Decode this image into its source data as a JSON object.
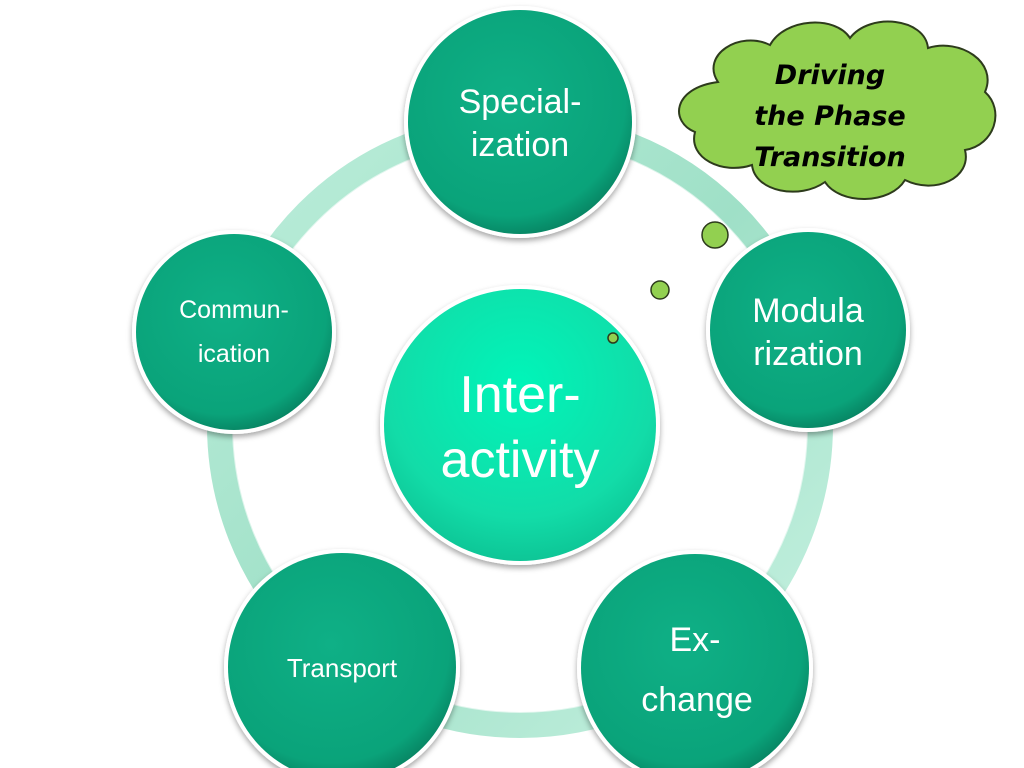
{
  "diagram": {
    "center": {
      "lines": [
        "Inter-",
        "activity"
      ]
    },
    "nodes": [
      {
        "id": "specialization",
        "lines": [
          "Special-",
          "ization"
        ]
      },
      {
        "id": "modularization",
        "lines": [
          "Modula",
          "rization"
        ]
      },
      {
        "id": "exchange",
        "lines": [
          "Ex-",
          "change"
        ]
      },
      {
        "id": "transport",
        "lines": [
          "Transport"
        ]
      },
      {
        "id": "communication",
        "lines": [
          "Commun-",
          "ication"
        ]
      }
    ],
    "callout": {
      "lines": [
        "Driving",
        "the Phase",
        "Transition"
      ]
    }
  },
  "colors": {
    "node_fill": "#0aa37a",
    "node_dark": "#06805f",
    "center_fill": "#14e0ac",
    "center_light": "#00f5b9",
    "ring": "#a9e6cf",
    "cloud_fill": "#92d050",
    "cloud_stroke": "#2d3b1c"
  }
}
